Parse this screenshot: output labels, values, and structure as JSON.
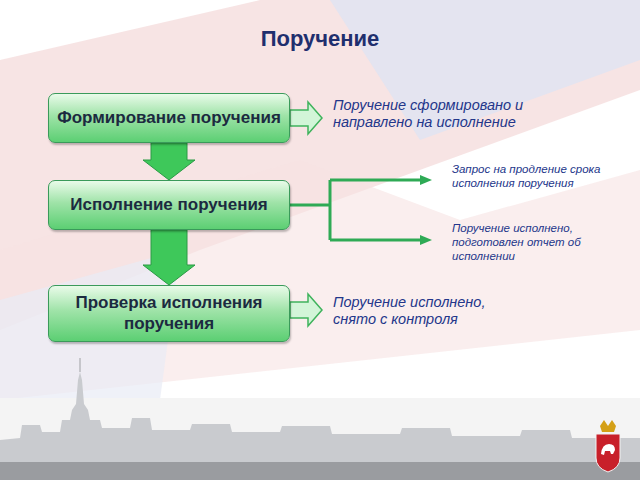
{
  "diagram": {
    "title": "Поручение",
    "nodes": [
      {
        "text": [
          "Формирование поручения"
        ]
      },
      {
        "text": [
          "Исполнение поручения"
        ]
      },
      {
        "text": [
          "Проверка исполнения поручения"
        ]
      }
    ],
    "edges": [
      {
        "from": 0,
        "to": 1,
        "arrow": "to"
      },
      {
        "from": 1,
        "to": 2,
        "arrow": "to"
      }
    ],
    "labels": [
      "Поручение сформировано и направлено на исполнение",
      "Запрос на продление срока исполнения поручения",
      "Поручение исполнено, подготовлен отчет об исполнении",
      "Поручение исполнено, снято с контроля"
    ]
  }
}
